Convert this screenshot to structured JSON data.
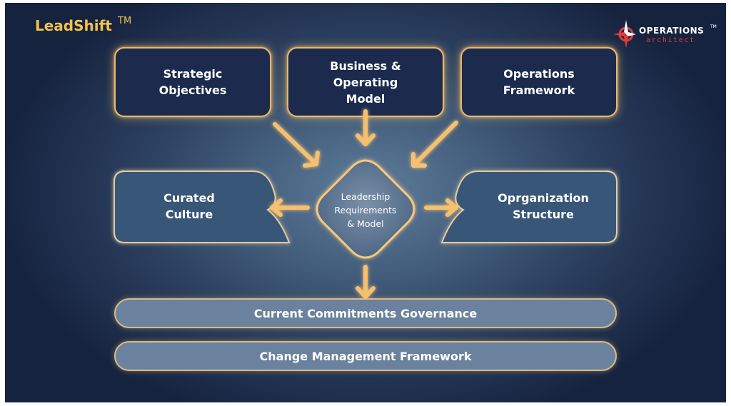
{
  "header": {
    "brand": "LeadShift",
    "trademark": "TM"
  },
  "logo": {
    "name": "OPERATIONS",
    "tm": "TM",
    "sub": "architect"
  },
  "inputs": {
    "strategic": "Strategic\nObjectives",
    "business": "Business &\nOperating\nModel",
    "operations": "Operations\nFramework"
  },
  "center": {
    "leadership": "Leadership\nRequirements\n& Model"
  },
  "outputs": {
    "culture": "Curated\nCulture",
    "organization": "Oprganization\nStructure"
  },
  "foundations": {
    "governance": "Current Commitments Governance",
    "change": "Change Management Framework"
  },
  "colors": {
    "accent": "#f2c14e",
    "card": "#1b2a4d",
    "glow": "#f7c26c",
    "logo_red": "#e33b3b"
  }
}
